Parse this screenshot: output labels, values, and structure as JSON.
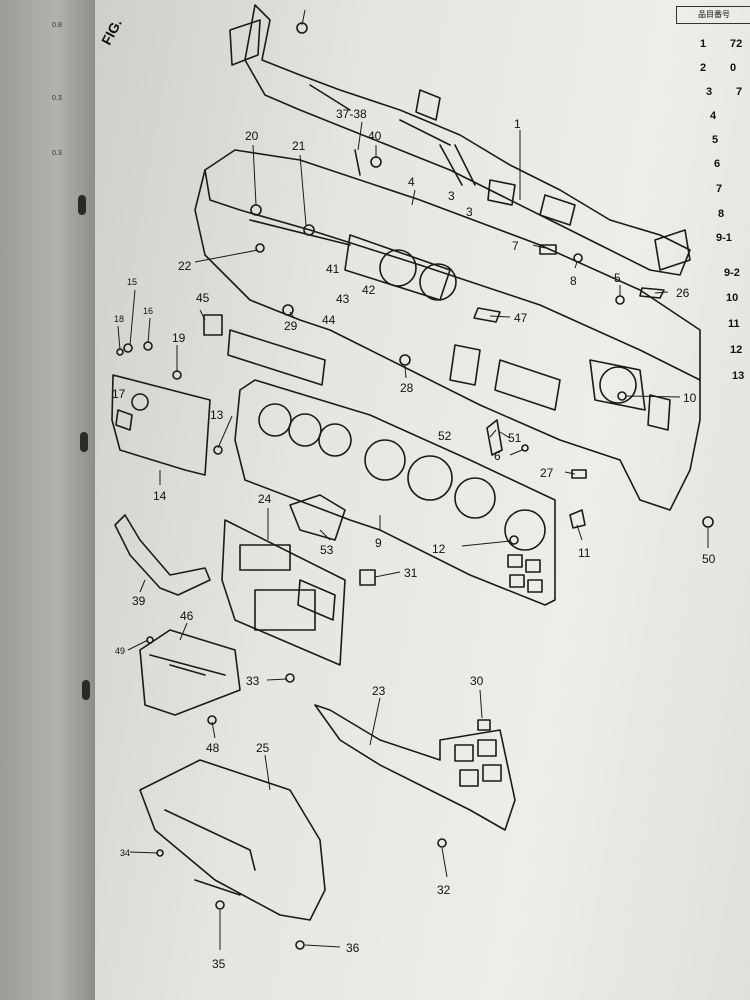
{
  "figure": {
    "label": "FIG."
  },
  "right_header": "品目番号",
  "side_list": [
    {
      "idx": "1",
      "val": "72"
    },
    {
      "idx": "2",
      "val": "0"
    },
    {
      "idx": "3",
      "val": "7"
    },
    {
      "idx": "4",
      "val": ""
    },
    {
      "idx": "5",
      "val": ""
    },
    {
      "idx": "6",
      "val": ""
    },
    {
      "idx": "7",
      "val": ""
    },
    {
      "idx": "8",
      "val": ""
    },
    {
      "idx": "9-1",
      "val": ""
    },
    {
      "idx": "9-2",
      "val": ""
    },
    {
      "idx": "10",
      "val": ""
    },
    {
      "idx": "11",
      "val": ""
    },
    {
      "idx": "12",
      "val": ""
    },
    {
      "idx": "13",
      "val": ""
    }
  ],
  "left_page_marks": [
    "0.8",
    "0.3",
    "0.3"
  ],
  "callouts": [
    "1",
    "3",
    "3",
    "4",
    "5",
    "6",
    "7",
    "8",
    "9",
    "10",
    "11",
    "12",
    "13",
    "14",
    "15",
    "16",
    "17",
    "18",
    "19",
    "20",
    "21",
    "22",
    "23",
    "24",
    "25",
    "26",
    "27",
    "28",
    "29",
    "30",
    "31",
    "32",
    "33",
    "34",
    "35",
    "36",
    "37-38",
    "39",
    "40",
    "41",
    "42",
    "43",
    "44",
    "45",
    "46",
    "47",
    "48",
    "49",
    "50",
    "51",
    "52",
    "53"
  ]
}
